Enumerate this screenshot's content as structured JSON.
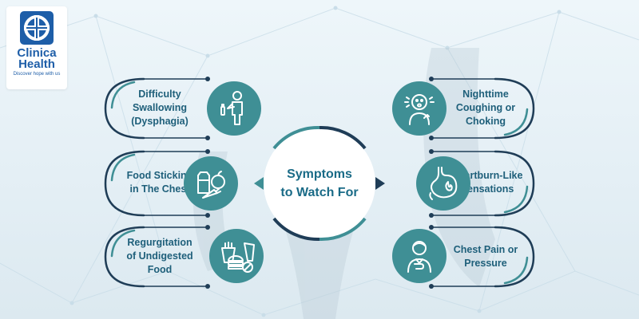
{
  "brand": {
    "name_line1": "Clinica",
    "name_line2": "Health",
    "tagline": "Discover hope with us"
  },
  "center": {
    "title_line1": "Symptoms",
    "title_line2": "to Watch For"
  },
  "symptoms": [
    {
      "label_lines": [
        "Difficulty",
        "Swallowing",
        "(Dysphagia)"
      ],
      "icon": "person-holding-throat-icon"
    },
    {
      "label_lines": [
        "Food Sticking",
        "in The Chest"
      ],
      "icon": "food-items-icon"
    },
    {
      "label_lines": [
        "Regurgitation",
        "of Undigested",
        "Food"
      ],
      "icon": "fast-food-icon"
    },
    {
      "label_lines": [
        "Nighttime",
        "Coughing or",
        "Choking"
      ],
      "icon": "coughing-person-icon"
    },
    {
      "label_lines": [
        "Heartburn-Like",
        "Sensations"
      ],
      "icon": "stomach-fire-icon"
    },
    {
      "label_lines": [
        "Chest Pain or",
        "Pressure"
      ],
      "icon": "chest-pain-person-icon"
    }
  ],
  "colors": {
    "teal": "#3f8f95",
    "dark_navy": "#1f3d57",
    "brand_blue": "#1e5ea8",
    "text_teal": "#1e5f7a"
  }
}
